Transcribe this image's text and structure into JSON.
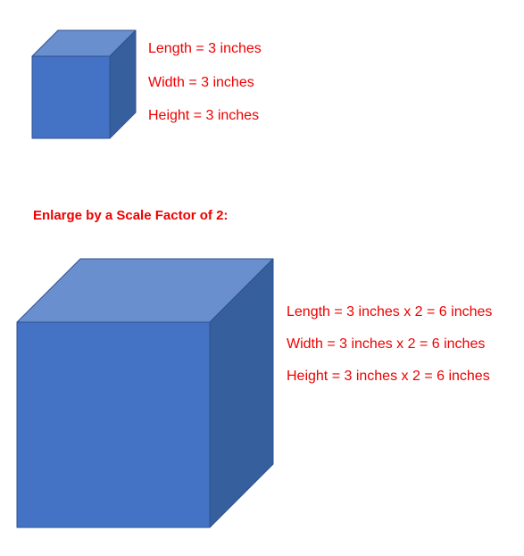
{
  "colors": {
    "text_red": "#ee0000",
    "cube_front": "#4472c4",
    "cube_top": "#6a8fcf",
    "cube_side": "#365f9e",
    "cube_edge": "#2f528f"
  },
  "small_cube": {
    "length": "Length = 3 inches",
    "width": "Width = 3 inches",
    "height": "Height = 3 inches"
  },
  "heading": "Enlarge by a Scale Factor of 2:",
  "large_cube": {
    "length": "Length = 3 inches x 2 = 6 inches",
    "width": "Width = 3 inches x 2 = 6 inches",
    "height": "Height = 3 inches x 2 = 6 inches"
  }
}
